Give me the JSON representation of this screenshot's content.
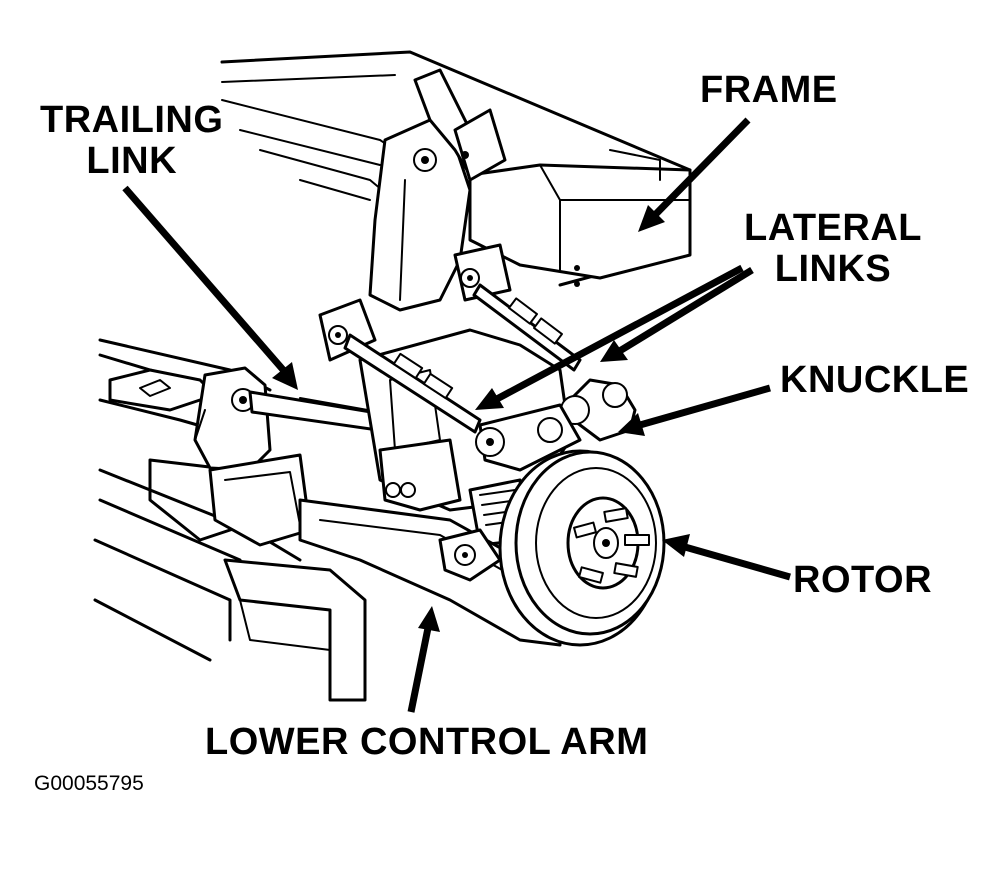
{
  "labels": {
    "frame": "FRAME",
    "trailing_link": [
      "TRAILING",
      "LINK"
    ],
    "lateral_links": [
      "LATERAL",
      "LINKS"
    ],
    "knuckle": "KNUCKLE",
    "rotor": "ROTOR",
    "lower_control_arm": "LOWER CONTROL ARM"
  },
  "figure_id": "G00055795"
}
